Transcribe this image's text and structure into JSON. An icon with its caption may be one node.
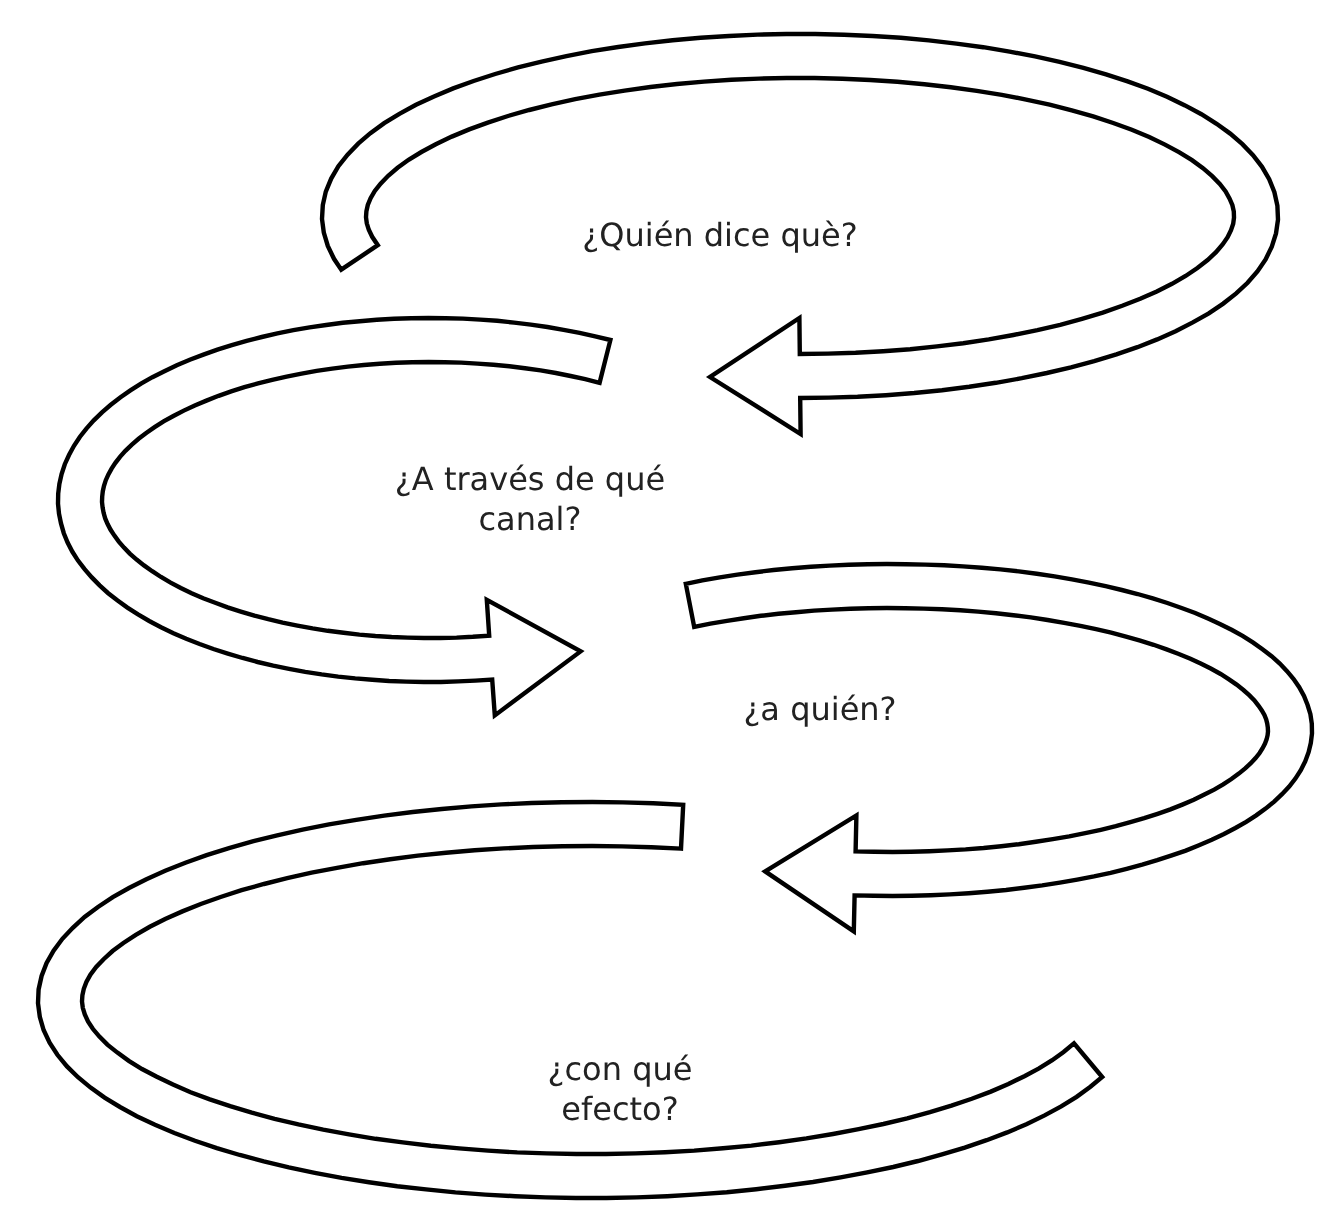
{
  "diagram": {
    "labels": [
      "¿Quién dice què?",
      "¿A través de qué canal?",
      "¿a quién?",
      "¿con qué efecto?"
    ]
  }
}
